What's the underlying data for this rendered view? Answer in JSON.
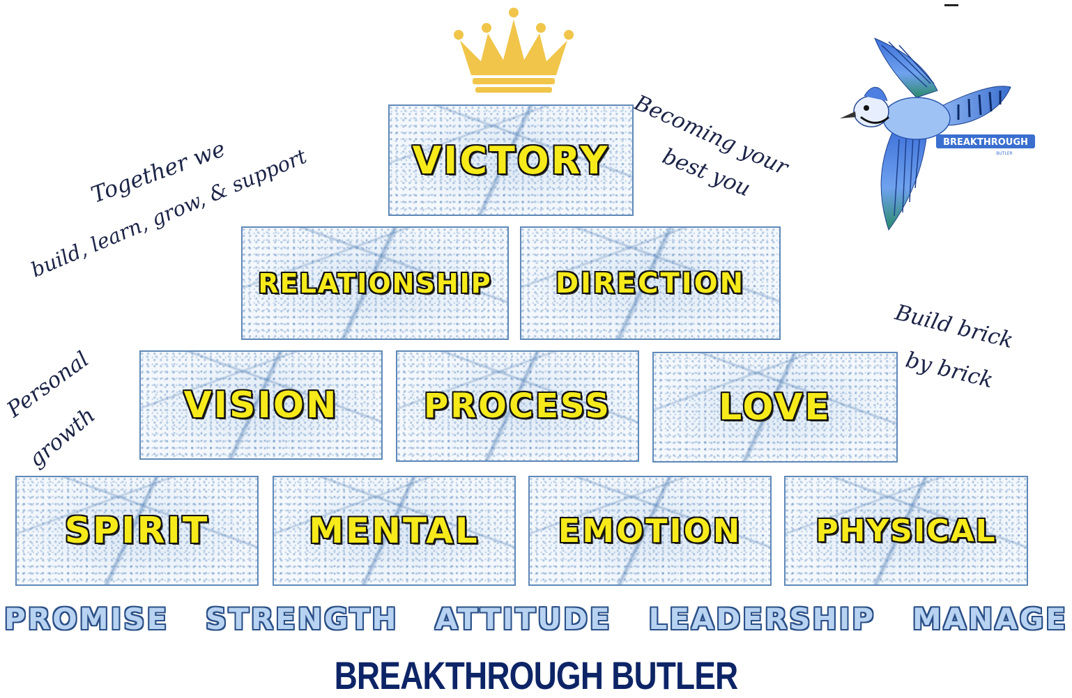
{
  "crown_icon": "crown-icon",
  "bird_icon": "blue-jay-icon",
  "bird_badge": {
    "main": "BREAKTHROUGH",
    "sub": "BUTLER"
  },
  "colors": {
    "brick_text": "#f6ea1a",
    "brick_outline": "#111111",
    "brick_border": "#5f88b8",
    "bottom_word_fill": "#b8d3f2",
    "bottom_word_outline": "#2a4f86",
    "brand_title": "#0d2466",
    "crown_gold": "#f0c54a",
    "script_ink": "#1c2447"
  },
  "pyramid": {
    "row1": [
      "VICTORY"
    ],
    "row2": [
      "RELATIONSHIP",
      "DIRECTION"
    ],
    "row3": [
      "VISION",
      "PROCESS",
      "LOVE"
    ],
    "row4": [
      "SPIRIT",
      "MENTAL",
      "EMOTION",
      "PHYSICAL"
    ]
  },
  "script_notes": {
    "together_line1": "Together we",
    "together_line2": "build, learn, grow, & support",
    "becoming_line1": "Becoming your",
    "becoming_line2": "best you",
    "personal_line1": "Personal",
    "personal_line2": "growth",
    "build_line1": "Build brick",
    "build_line2": "by brick"
  },
  "bottom_words": [
    "PROMISE",
    "STRENGTH",
    "ATTITUDE",
    "LEADERSHIP",
    "MANAGE"
  ],
  "brand_title": "BREAKTHROUGH BUTLER"
}
